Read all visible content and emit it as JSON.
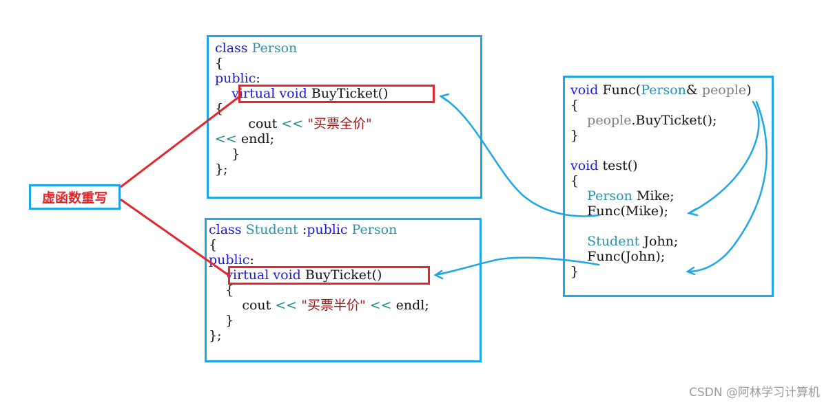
{
  "label": {
    "text": "虚函数重写"
  },
  "watermark": "CSDN @阿林学习计算机",
  "person_box": {
    "l1_kw": "class",
    "l1_ty": "Person",
    "l2": "{",
    "l3_kw": "public",
    "l3_rest": ":",
    "l4_kw1": "virtual",
    "l4_kw2": "void",
    "l4_fn": "BuyTicket()",
    "l5": "{",
    "l6_fn": "cout",
    "l6_op": "<<",
    "l6_str": "\"买票全价\"",
    "l7_op": "<<",
    "l7_rest": "endl;",
    "l8": "}",
    "l9": "};"
  },
  "student_box": {
    "l1_kw": "class",
    "l1_ty": "Student",
    "l1_mid": ":",
    "l1_kw2": "public",
    "l1_ty2": "Person",
    "l2": "{",
    "l3_kw": "public",
    "l3_rest": ":",
    "l4_kw1": "virtual",
    "l4_kw2": "void",
    "l4_fn": "BuyTicket()",
    "l5": "{",
    "l6_fn": "cout",
    "l6_op": "<<",
    "l6_str": "\"买票半价\"",
    "l6_op2": "<<",
    "l6_rest": "endl;",
    "l7": "}",
    "l8": "};"
  },
  "func_box": {
    "l1_kw": "void",
    "l1_fn": "Func(",
    "l1_ty": "Person",
    "l1_amp": "&",
    "l1_param": "people",
    "l1_close": ")",
    "l2": "{",
    "l3_param": "people",
    "l3_rest": ".BuyTicket();",
    "l4": "}",
    "l5_kw": "void",
    "l5_rest": "test()",
    "l6": "{",
    "l7_ty": "Person",
    "l7_rest": "Mike;",
    "l8": "Func(Mike);",
    "l9_ty": "Student",
    "l9_rest": "John;",
    "l10": "Func(John);",
    "l11": "}"
  },
  "colors": {
    "box_border": "#1ea7e8",
    "highlight": "#e3262c",
    "keyword": "#1a1adb",
    "type": "#2b91af"
  }
}
